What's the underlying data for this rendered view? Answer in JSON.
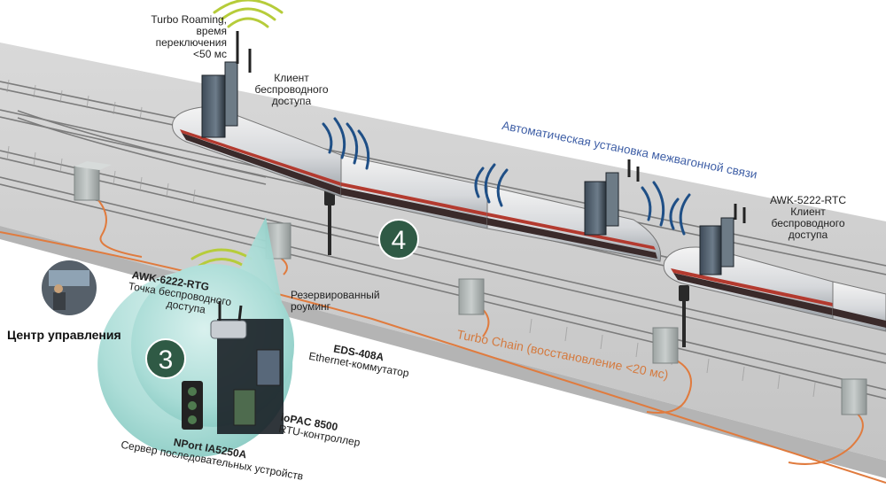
{
  "labels": {
    "turbo_roaming": [
      "Turbo Roaming,",
      "время",
      "переключения",
      "<50 мс"
    ],
    "client_top": [
      "Клиент",
      "беспроводного",
      "доступа"
    ],
    "auto_link": "Автоматическая установка межвагонной связи",
    "awk5222": [
      "AWK-5222-RTC",
      "Клиент",
      "беспроводного",
      "доступа"
    ],
    "awk6222_title": "AWK-6222-RTG",
    "awk6222_desc": [
      "Точка беспроводного",
      "доступа"
    ],
    "reserved_roaming": [
      "Резервированный",
      "роуминг"
    ],
    "control_center": "Центр управления",
    "eds_title": "EDS-408A",
    "eds_desc": "Ethernet-коммутатор",
    "iopac_title": "ioPAC 8500",
    "iopac_desc": "RTU-контроллер",
    "nport_title": "NPort IA5250A",
    "nport_desc": "Сервер последовательных устройств",
    "turbo_chain": "Turbo Chain (восстановление <20 мс)",
    "badge_3": "3",
    "badge_4": "4"
  },
  "colors": {
    "fiber": "#e07b3e",
    "badge": "#2f5a45",
    "wifi": "#b6cc3a",
    "wifi_dark": "#1f4f86",
    "accent_blue": "#3f5fa6",
    "bubble": "#a9dcd6"
  }
}
